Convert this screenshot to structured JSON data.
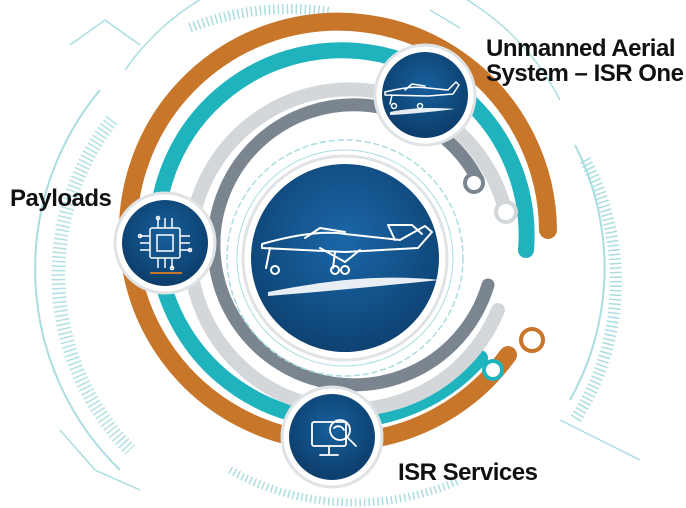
{
  "labels": {
    "uas_line1": "Unmanned Aerial",
    "uas_line2": "System – ISR One",
    "payloads": "Payloads",
    "isr_services": "ISR Services"
  },
  "colors": {
    "orange": "#c8762a",
    "teal": "#1fb3bd",
    "gray": "#7a8590",
    "light_gray": "#d3d7da",
    "navy": "#0f4a7f",
    "light_teal": "#a9dde1"
  },
  "icons": {
    "center": "aircraft-icon",
    "top_right": "aircraft-icon",
    "left": "circuit-chip-icon",
    "bottom": "monitor-magnifier-icon"
  }
}
